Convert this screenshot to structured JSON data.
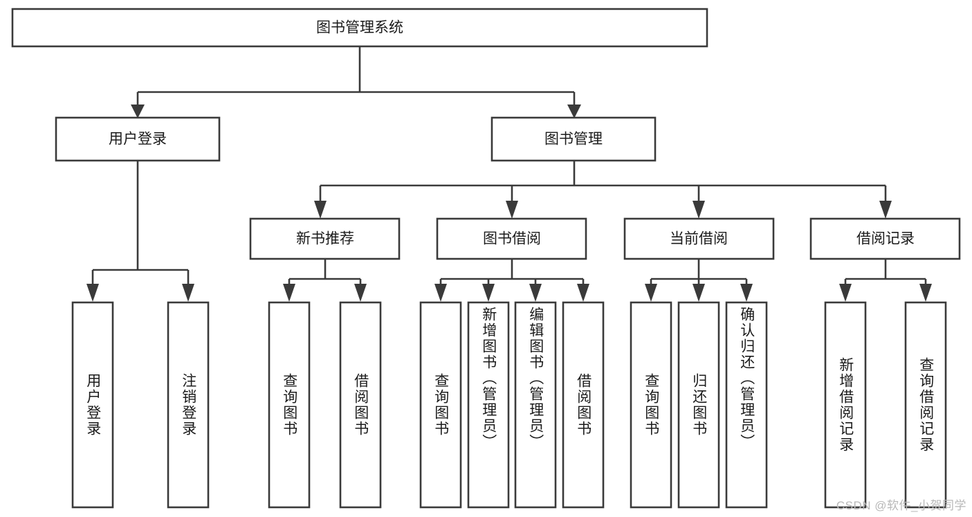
{
  "diagram": {
    "title": "图书管理系统",
    "type": "tree-hierarchy-chart",
    "background_color": "#ffffff",
    "stroke_color": "#3a3a3a",
    "text_color": "#1b1b1b",
    "root": {
      "label": "图书管理系统"
    },
    "level2": [
      {
        "label": "用户登录"
      },
      {
        "label": "图书管理"
      }
    ],
    "level3": [
      {
        "label": "新书推荐"
      },
      {
        "label": "图书借阅"
      },
      {
        "label": "当前借阅"
      },
      {
        "label": "借阅记录"
      }
    ],
    "leaves": {
      "user_login": [
        {
          "label": "用户登录"
        },
        {
          "label": "注销登录"
        }
      ],
      "new_book_recommend": [
        {
          "label": "查询图书"
        },
        {
          "label": "借阅图书"
        }
      ],
      "book_borrow": [
        {
          "label": "查询图书"
        },
        {
          "label": "新增图书（管理员）"
        },
        {
          "label": "编辑图书（管理员）"
        },
        {
          "label": "借阅图书"
        }
      ],
      "current_borrow": [
        {
          "label": "查询图书"
        },
        {
          "label": "归还图书"
        },
        {
          "label": "确认归还（管理员）"
        }
      ],
      "borrow_record": [
        {
          "label": "新增借阅记录"
        },
        {
          "label": "查询借阅记录"
        }
      ]
    },
    "watermark": "CSDN @软件_小贺同学"
  }
}
